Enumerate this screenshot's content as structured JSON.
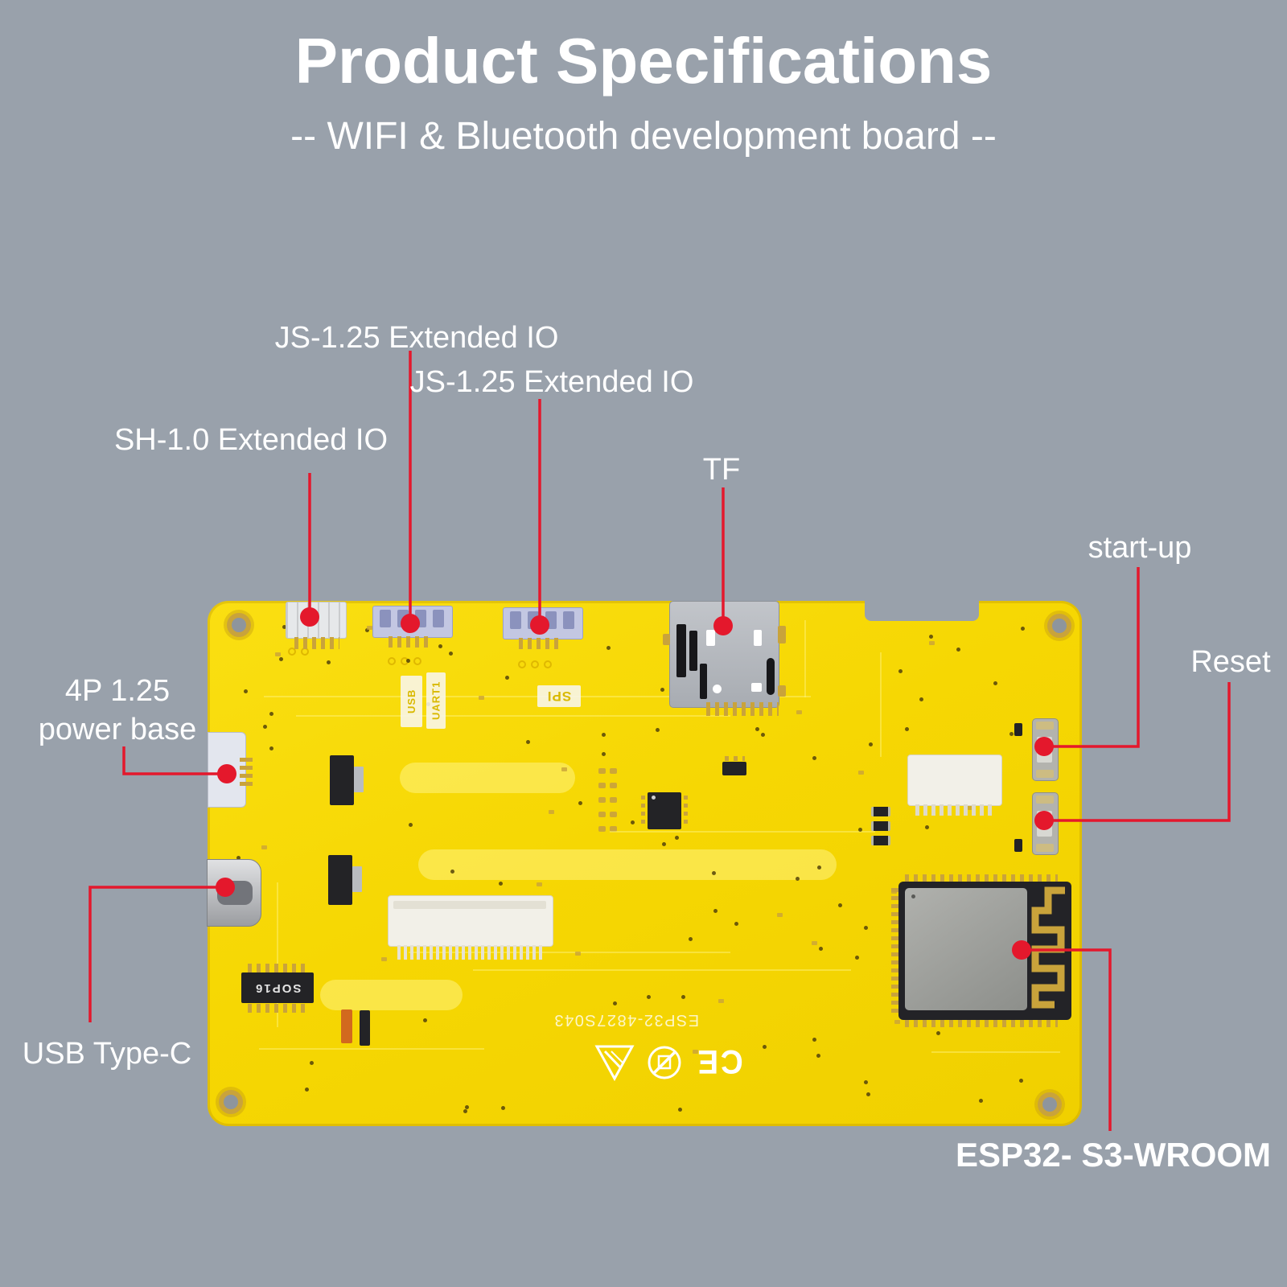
{
  "header": {
    "title": "Product Specifications",
    "subtitle": "-- WIFI & Bluetooth development board --"
  },
  "callouts": {
    "sh": {
      "label": "SH-1.0 Extended IO"
    },
    "js1": {
      "label": "JS-1.25 Extended IO"
    },
    "js2": {
      "label": "JS-1.25 Extended IO"
    },
    "tf": {
      "label": "TF"
    },
    "startup": {
      "label": "start-up"
    },
    "reset": {
      "label": "Reset"
    },
    "power": {
      "line1": "4P 1.25",
      "line2": "power base"
    },
    "usbc": {
      "label": "USB Type-C"
    },
    "esp32": {
      "label": "ESP32- S3-WROOM"
    }
  },
  "board": {
    "silkscreen": {
      "usb": "USB",
      "uart": "UART1",
      "spi": "SPI",
      "sop16": "SOP16",
      "pcb_id": "ESP32-4827S043",
      "ce": "CE"
    }
  },
  "colors": {
    "background": "#99a1ab",
    "board_yellow": "#f6d703",
    "accent_red": "#e4182c",
    "gold": "#c9a33b",
    "lavender": "#c3c7e2",
    "module_black": "#232327"
  }
}
